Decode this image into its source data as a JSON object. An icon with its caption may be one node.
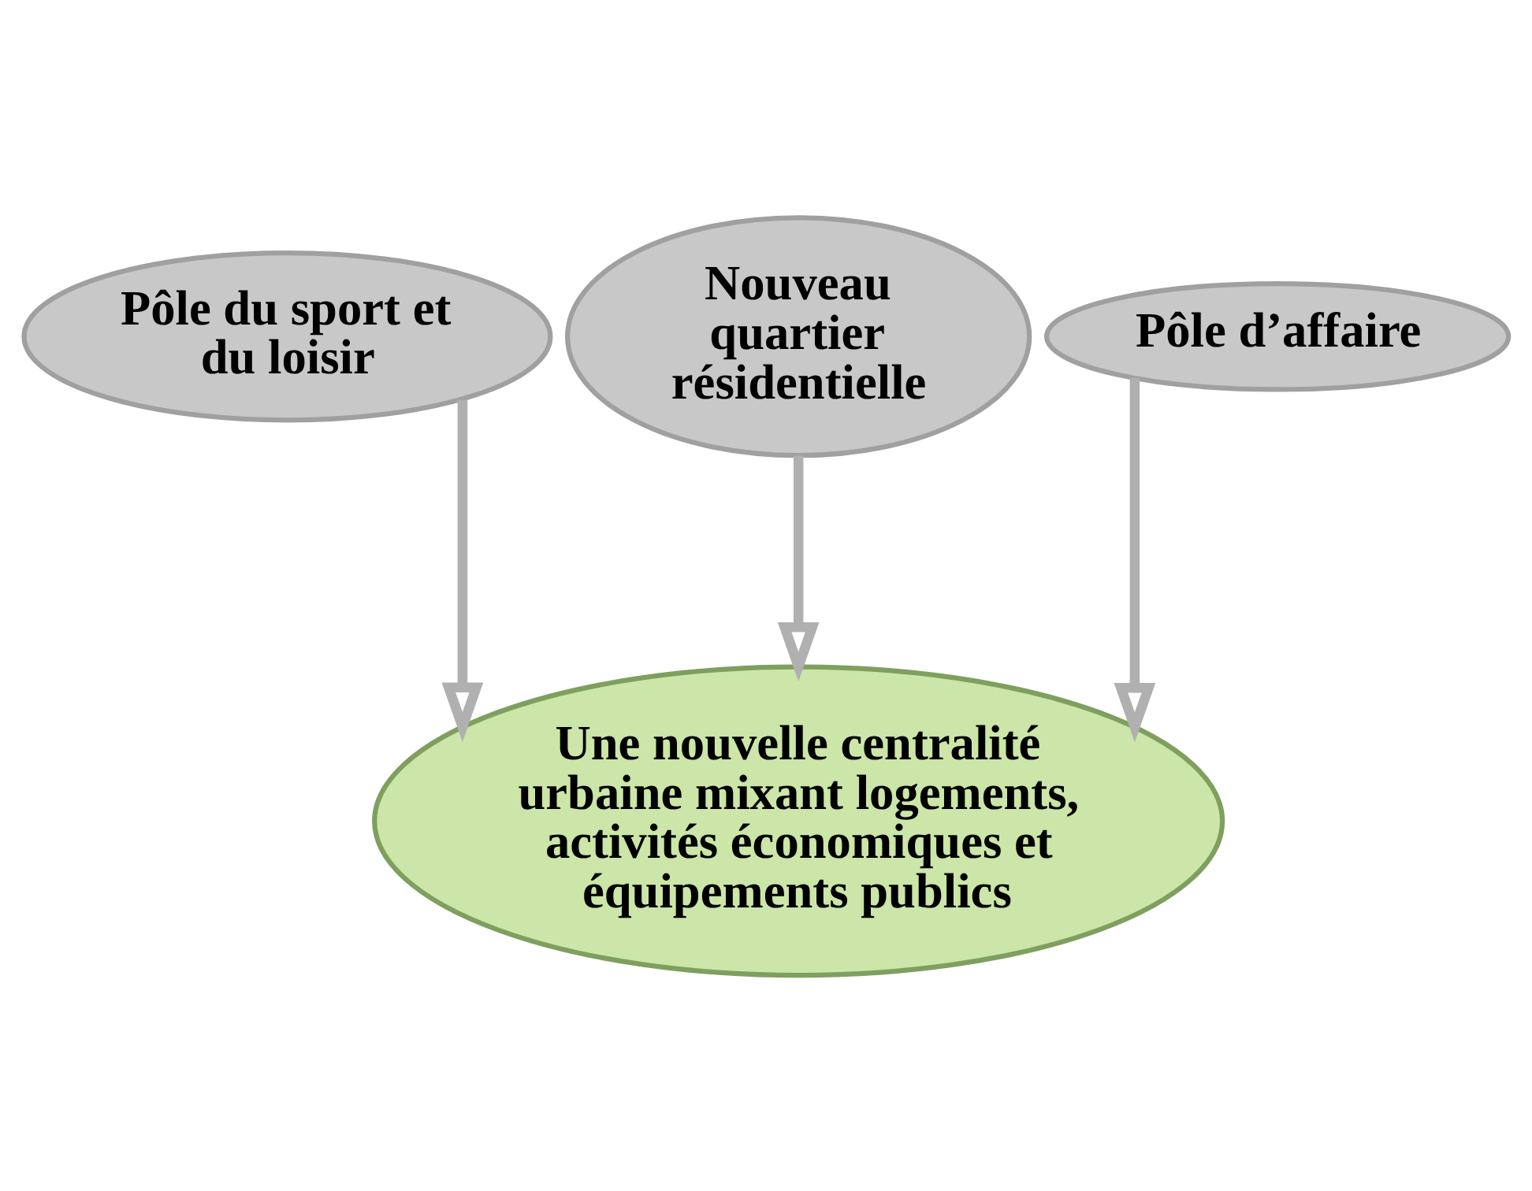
{
  "diagram": {
    "nodes": [
      {
        "text": [
          "Pôle du sport et du loisir"
        ]
      },
      {
        "text": [
          "Nouveau quartier résidentielle"
        ]
      },
      {
        "text": [
          "Pôle d’affaire"
        ]
      },
      {
        "text": [
          "Une nouvelle centralité urbaine mixant logements, activités économiques et équipements publics"
        ]
      }
    ],
    "edges": [
      {
        "from": 0,
        "to": 3,
        "arrow": "to"
      },
      {
        "from": 1,
        "to": 3,
        "arrow": "to"
      },
      {
        "from": 2,
        "to": 3,
        "arrow": "to"
      }
    ]
  }
}
